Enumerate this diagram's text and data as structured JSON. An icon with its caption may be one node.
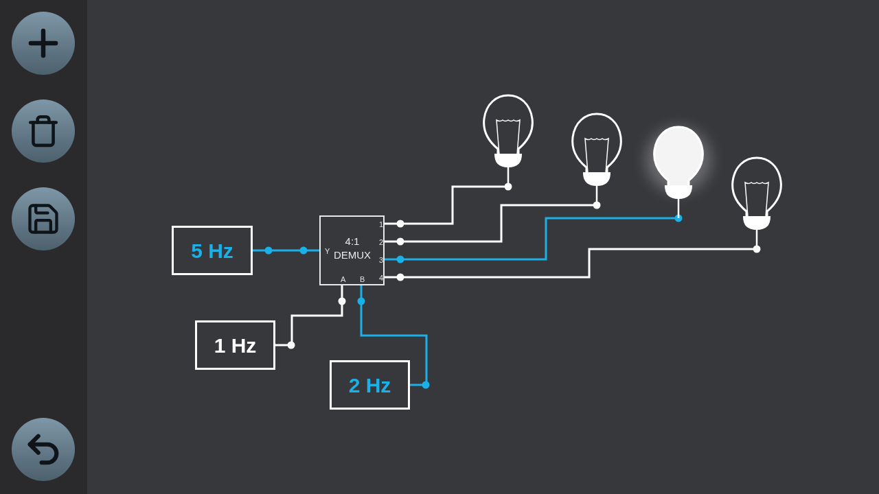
{
  "diagram": {
    "nodes": [
      {
        "text": [
          "5 Hz"
        ]
      },
      {
        "text": [
          "4:1 DEMUX"
        ]
      },
      {
        "text": [
          "1 Hz"
        ]
      },
      {
        "text": [
          "2 Hz"
        ]
      },
      {
        "text": [],
        "shape": "picture"
      },
      {
        "text": [],
        "shape": "picture"
      },
      {
        "text": [],
        "shape": "picture"
      },
      {
        "text": [],
        "shape": "picture"
      }
    ],
    "edges": [
      {
        "from": 0,
        "to": 1,
        "arrow": "other",
        "color": "#1ab0e8"
      },
      {
        "from": 2,
        "to": 1,
        "arrow": "other"
      },
      {
        "from": 3,
        "to": 1,
        "arrow": "other",
        "color": "#1ab0e8"
      },
      {
        "from": 1,
        "to": 4,
        "arrow": "other"
      },
      {
        "from": 1,
        "to": 5,
        "arrow": "other"
      },
      {
        "from": 1,
        "to": 6,
        "arrow": "other",
        "color": "#1ab0e8"
      },
      {
        "from": 1,
        "to": 7,
        "arrow": "other"
      }
    ],
    "labels": [
      "Y",
      "1",
      "2",
      "3",
      "4",
      "A",
      "B"
    ]
  }
}
